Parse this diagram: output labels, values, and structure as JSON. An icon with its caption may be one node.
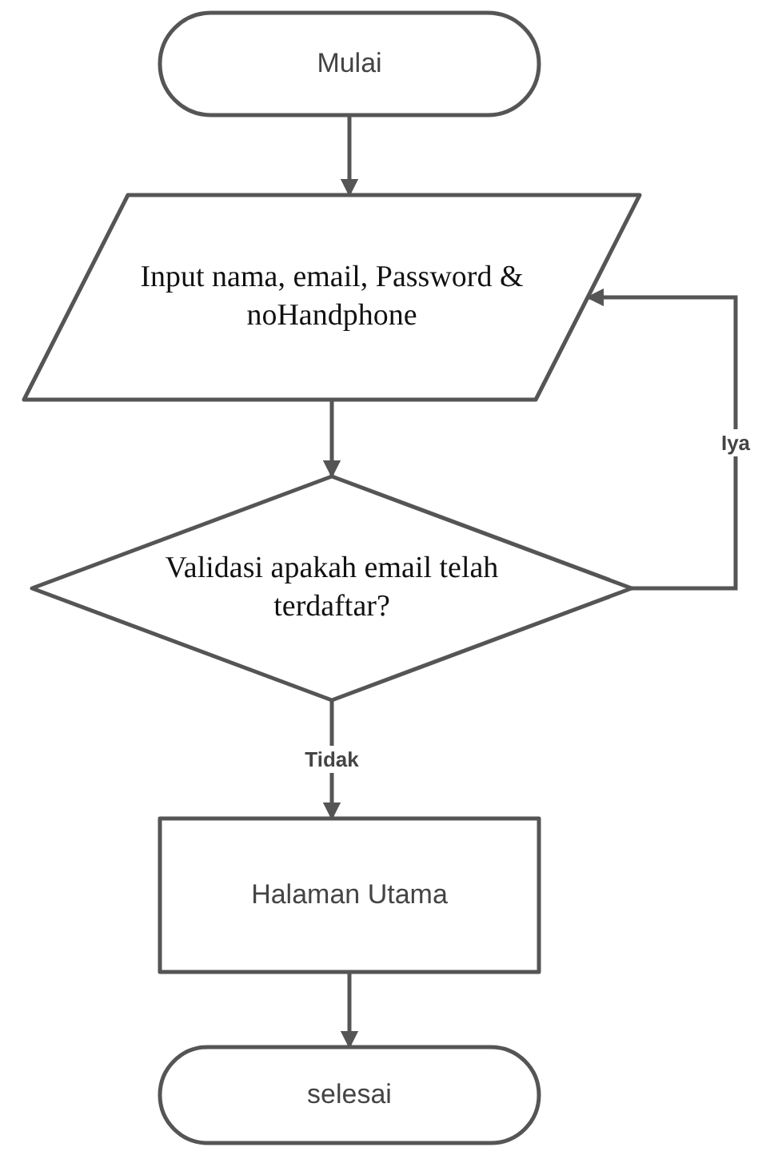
{
  "diagram": {
    "nodes": [
      {
        "text": [
          "Mulai"
        ]
      },
      {
        "text": [
          "Input nama, email, Password & noHandphone"
        ]
      },
      {
        "text": [
          "Validasi apakah email telah terdaftar?"
        ]
      },
      {
        "text": [
          "Halaman Utama"
        ]
      },
      {
        "text": [
          "selesai"
        ]
      }
    ],
    "edges": [
      {
        "from": 0,
        "to": 1,
        "arrow": "to"
      },
      {
        "from": 1,
        "to": 2,
        "arrow": "to"
      },
      {
        "from": 2,
        "to": 1,
        "arrow": "to",
        "label": "Iya"
      },
      {
        "from": 2,
        "to": 3,
        "arrow": "to",
        "label": "Tidak"
      },
      {
        "from": 3,
        "to": 4,
        "arrow": "to"
      }
    ]
  }
}
